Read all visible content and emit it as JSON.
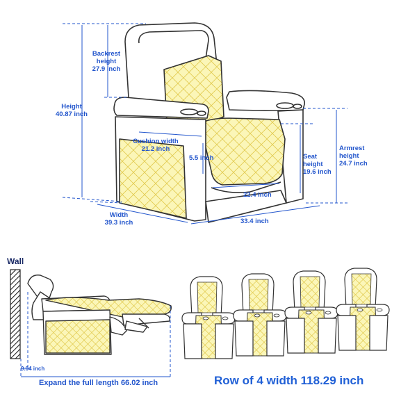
{
  "main_diagram": {
    "backrest_height": {
      "label": "Backrest\nheight",
      "value": "27.9 inch"
    },
    "height": {
      "label": "Height",
      "value": "40.87 inch"
    },
    "cushion_width": {
      "label": "Cushion width",
      "value": "21.2 inch"
    },
    "cushion_depth": {
      "value": "5.5 inch"
    },
    "seat_height": {
      "label": "Seat\nheight",
      "value": "19.6 inch"
    },
    "armrest_height": {
      "label": "Armrest\nheight",
      "value": "24.7 inch"
    },
    "seat_depth": {
      "value": "22.4 inch"
    },
    "width": {
      "label": "Width",
      "value": "39.3 inch"
    },
    "depth": {
      "value": "33.4 inch"
    }
  },
  "side_diagram": {
    "wall_label": "Wall",
    "wall_gap": "9.04 inch",
    "full_length": "Expand the full length 66.02 inch"
  },
  "row_diagram": {
    "row_width": "Row of 4 width 118.29 inch",
    "seat_count": 4
  },
  "colors": {
    "dimension_blue": "#2255cc",
    "line": "#333333",
    "quilt_fill": "#fbf6b8",
    "quilt_stitch": "#e0c84a"
  }
}
